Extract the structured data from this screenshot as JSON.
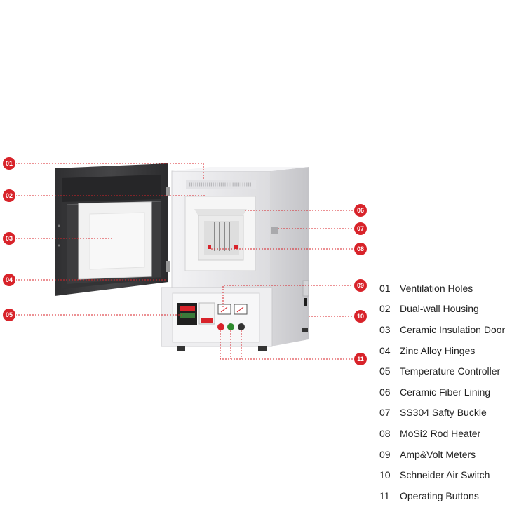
{
  "colors": {
    "accent": "#d8232a",
    "furnace_body": "#e9e9eb",
    "door_frame": "#3a3a3a",
    "ceramic": "#f4f4f4",
    "label_text": "#222222"
  },
  "callouts": [
    {
      "num": "01",
      "label": "Ventilation Holes"
    },
    {
      "num": "02",
      "label": "Dual-wall Housing"
    },
    {
      "num": "03",
      "label": "Ceramic Insulation Door"
    },
    {
      "num": "04",
      "label": "Zinc Alloy Hinges"
    },
    {
      "num": "05",
      "label": "Temperature Controller"
    },
    {
      "num": "06",
      "label": "Ceramic Fiber Lining"
    },
    {
      "num": "07",
      "label": "SS304 Safty Buckle"
    },
    {
      "num": "08",
      "label": "MoSi2 Rod Heater"
    },
    {
      "num": "09",
      "label": "Amp&Volt Meters"
    },
    {
      "num": "10",
      "label": "Schneider Air Switch"
    },
    {
      "num": "11",
      "label": "Operating Buttons"
    }
  ]
}
